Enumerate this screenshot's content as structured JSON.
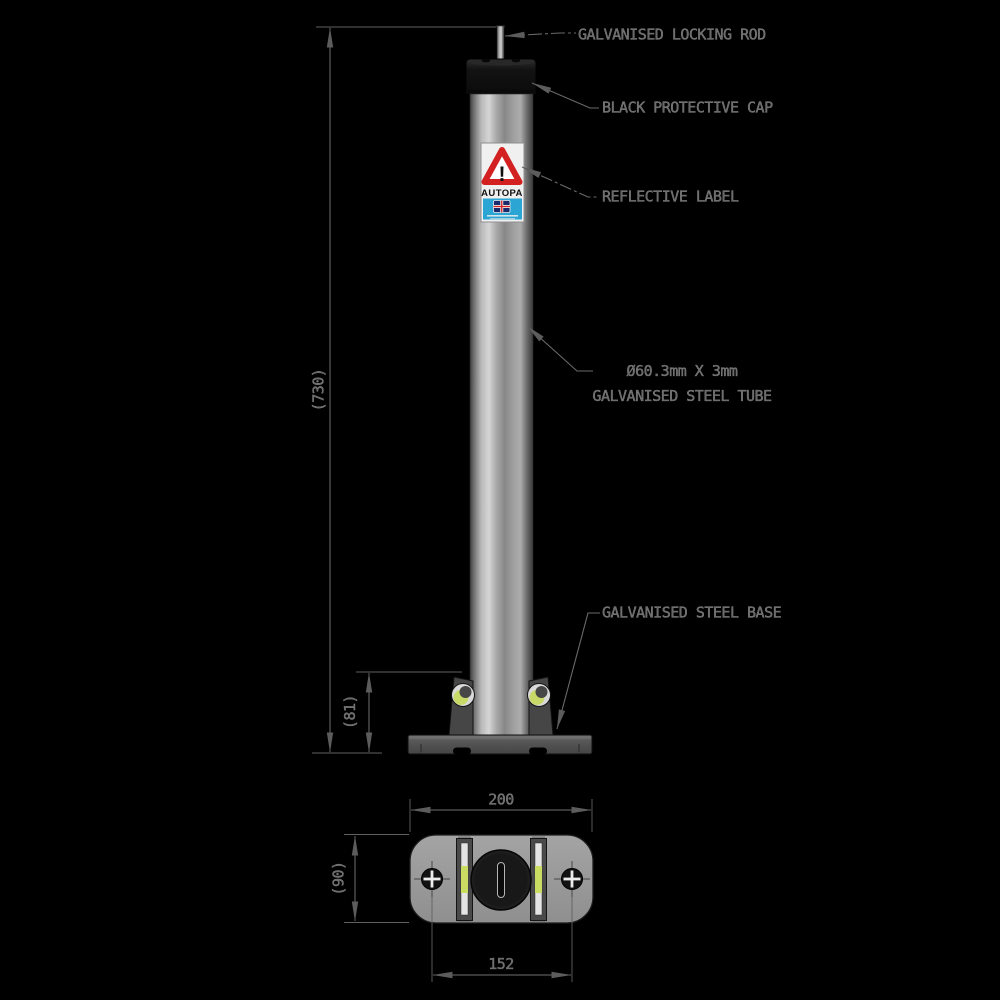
{
  "drawing_type": "technical drawing - fold down parking post, front view and base plan view",
  "callouts": {
    "locking_rod": "GALVANISED LOCKING ROD",
    "protective_cap": "BLACK PROTECTIVE CAP",
    "reflective_label": "REFLECTIVE LABEL",
    "tube_size": "Ø60.3mm X 3mm",
    "tube_material": "GALVANISED STEEL TUBE",
    "base": "GALVANISED STEEL BASE"
  },
  "dimensions": {
    "overall_height": "(730)",
    "hinge_height": "(81)",
    "base_length": "200",
    "base_width": "(90)",
    "fixing_centres": "152"
  },
  "sticker": {
    "brand": "AUTOPA",
    "warning_symbol": "!"
  },
  "colors": {
    "background": "#000000",
    "line": "#6f6f6f",
    "text": "#686868",
    "tube_light": "#d6d6d6",
    "tube_dark": "#3f3f3f",
    "cap_black": "#111111",
    "base_front": "#565656",
    "base_plate_plan": "#9c9c9c",
    "sticker_white": "#f0f0f0",
    "sticker_red": "#d32121",
    "sticker_blue": "#2ba6d4",
    "emblem_navy": "#192a6d",
    "hinge_highlight": "#c9d968"
  }
}
